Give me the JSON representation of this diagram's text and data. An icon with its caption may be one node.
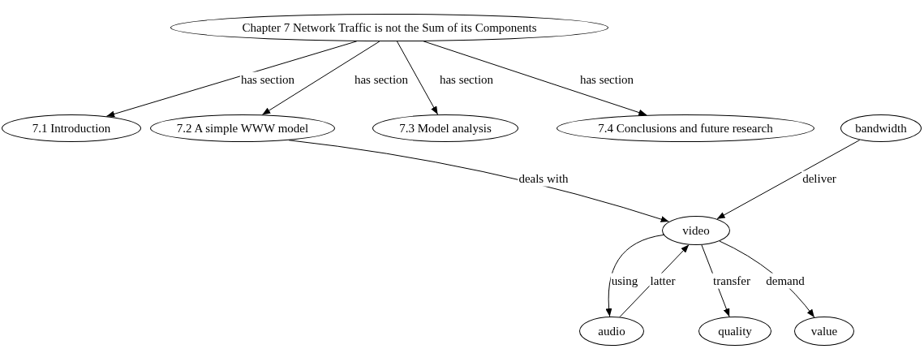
{
  "diagram": {
    "nodes": [
      {
        "text": [
          "Chapter 7 Network Traffic is not the Sum of its Components"
        ]
      },
      {
        "text": [
          "7.1 Introduction"
        ]
      },
      {
        "text": [
          "7.2 A simple WWW model"
        ]
      },
      {
        "text": [
          "7.3 Model analysis"
        ]
      },
      {
        "text": [
          "7.4 Conclusions and future research"
        ]
      },
      {
        "text": [
          "bandwidth"
        ]
      },
      {
        "text": [
          "video"
        ]
      },
      {
        "text": [
          "audio"
        ]
      },
      {
        "text": [
          "quality"
        ]
      },
      {
        "text": [
          "value"
        ]
      }
    ],
    "edges": [
      {
        "from": 0,
        "to": 1,
        "arrow": "to",
        "label": "has section"
      },
      {
        "from": 0,
        "to": 2,
        "arrow": "to",
        "label": "has section"
      },
      {
        "from": 0,
        "to": 3,
        "arrow": "to",
        "label": "has section"
      },
      {
        "from": 0,
        "to": 4,
        "arrow": "to",
        "label": "has section"
      },
      {
        "from": 2,
        "to": 6,
        "arrow": "to",
        "label": "deals with"
      },
      {
        "from": 5,
        "to": 6,
        "arrow": "to",
        "label": "deliver"
      },
      {
        "from": 6,
        "to": 7,
        "arrow": "to",
        "label": "using"
      },
      {
        "from": 7,
        "to": 6,
        "arrow": "to",
        "label": "latter"
      },
      {
        "from": 6,
        "to": 8,
        "arrow": "to",
        "label": "transfer"
      },
      {
        "from": 6,
        "to": 9,
        "arrow": "to",
        "label": "demand"
      }
    ]
  }
}
